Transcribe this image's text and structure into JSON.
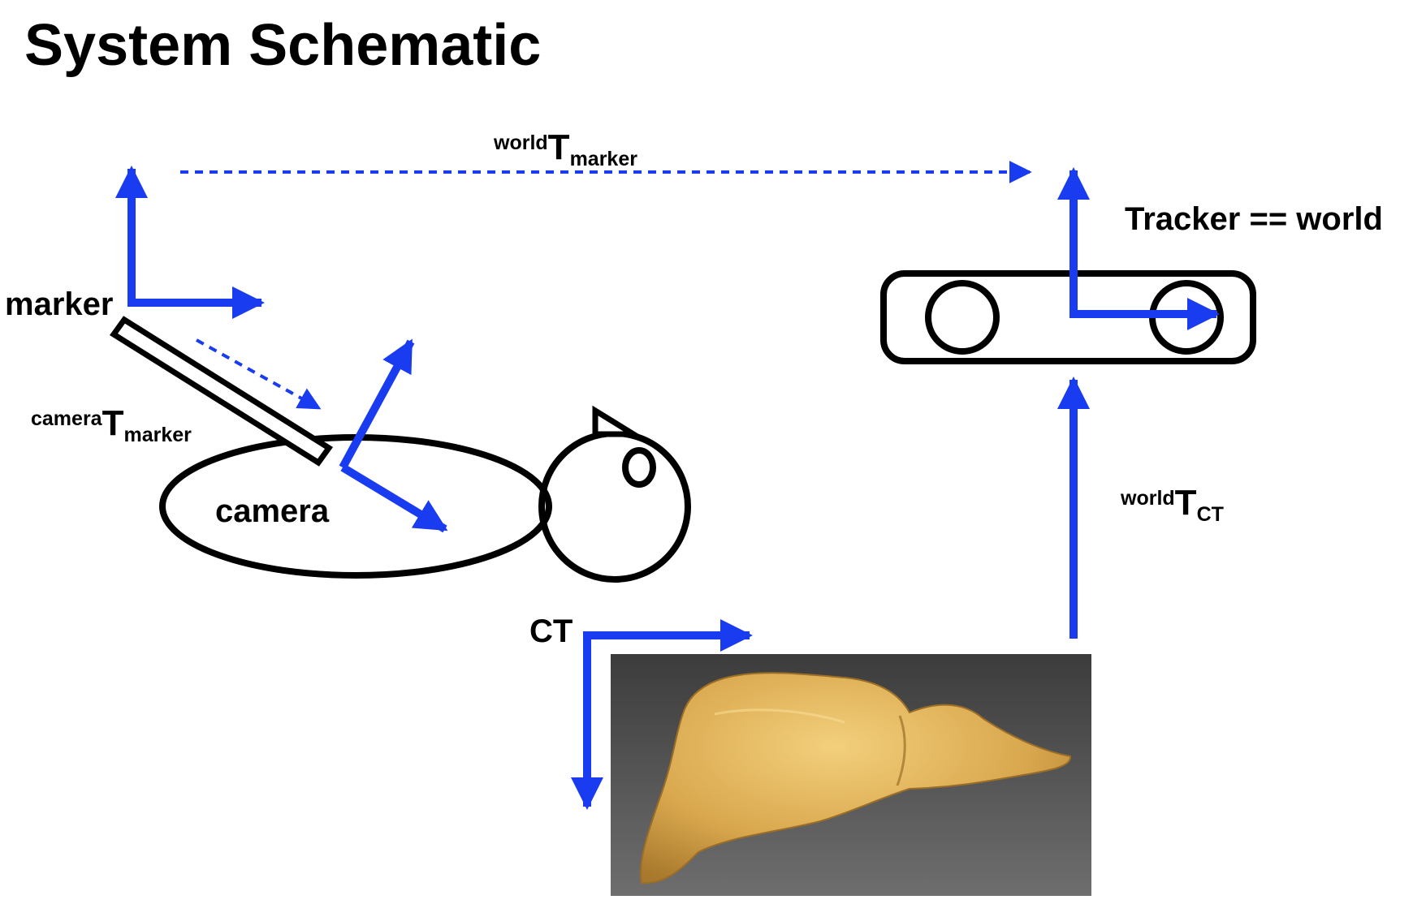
{
  "title": "System Schematic",
  "labels": {
    "marker": "marker",
    "camera": "camera",
    "ct": "CT",
    "tracker": "Tracker == world"
  },
  "transforms": {
    "world_T_marker": {
      "sup": "world",
      "main": "T",
      "sub": "marker"
    },
    "camera_T_marker": {
      "sup": "camera",
      "main": "T",
      "sub": "marker"
    },
    "world_T_ct": {
      "sup": "world",
      "main": "T",
      "sub": "CT"
    }
  },
  "colors": {
    "arrow": "#1a3cf0",
    "outline": "#000000",
    "liver": "#d9a84e",
    "ct_background": "#4a4a4a"
  },
  "icons": {
    "tracker": "tracker-device-icon",
    "camera": "laparoscope-camera-icon",
    "liver": "liver-3d-render"
  }
}
